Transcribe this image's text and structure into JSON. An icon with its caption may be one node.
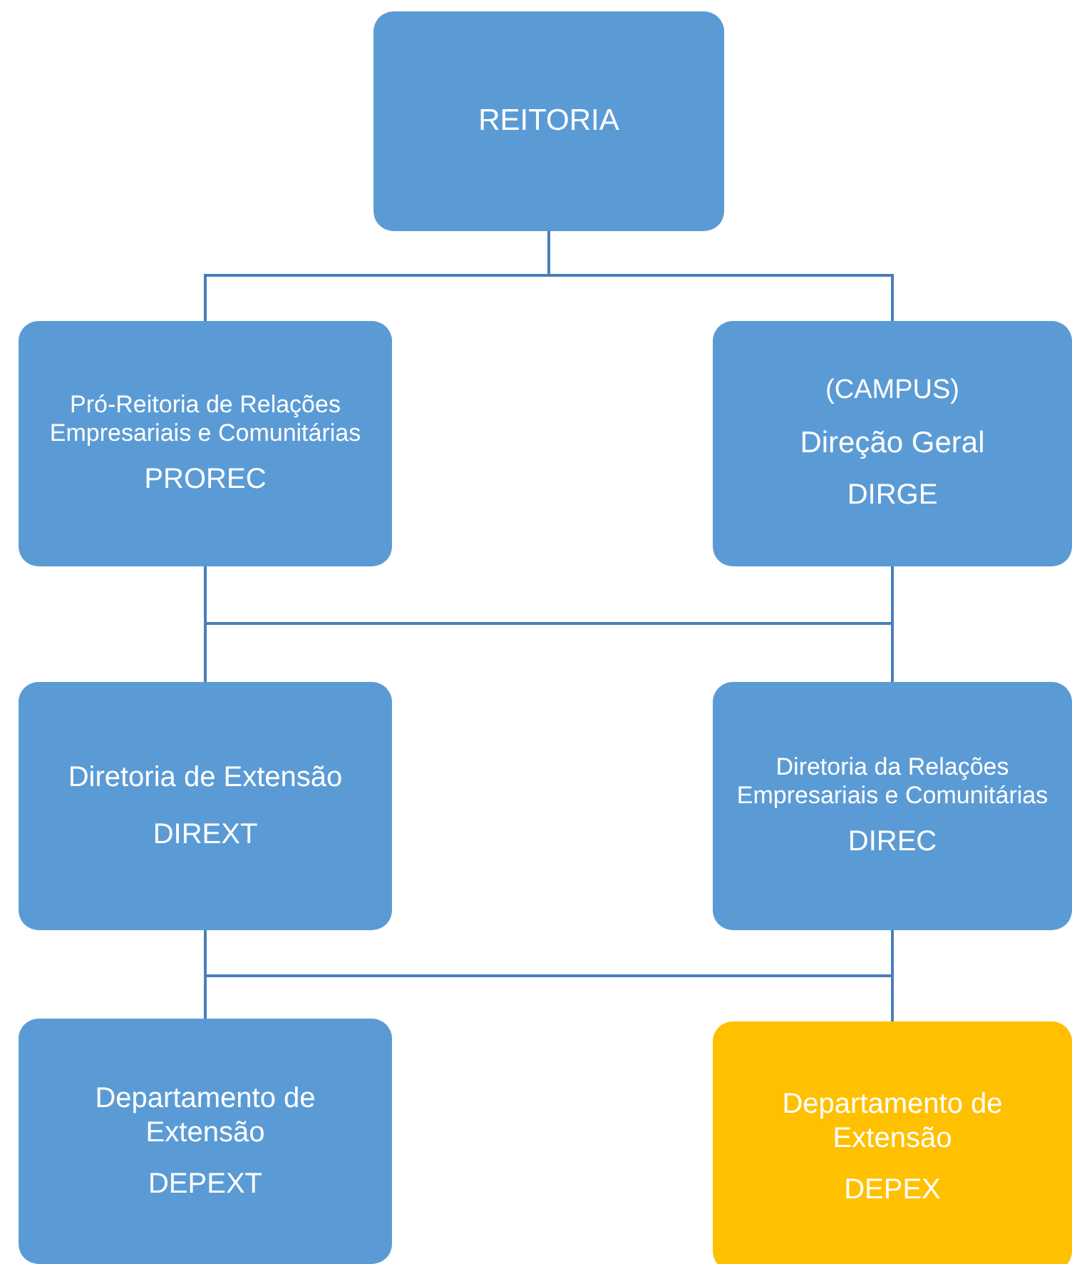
{
  "diagram": {
    "nodes": [
      {
        "text": [
          "REITORIA"
        ]
      },
      {
        "text": [
          "Pró-Reitoria de Relações Empresariais e Comunitárias",
          "PROREC"
        ]
      },
      {
        "text": [
          "(CAMPUS)",
          "Direção Geral",
          "DIRGE"
        ]
      },
      {
        "text": [
          "Diretoria de Extensão",
          "DIREXT"
        ]
      },
      {
        "text": [
          "Diretoria da Relações Empresariais e Comunitárias",
          "DIREC"
        ]
      },
      {
        "text": [
          "Departamento de Extensão",
          "DEPEXT"
        ]
      },
      {
        "text": [
          "Departamento de Extensão",
          "DEPEX"
        ]
      }
    ],
    "edges": [
      {
        "from": 0,
        "to": 1,
        "arrow": "none"
      },
      {
        "from": 0,
        "to": 2,
        "arrow": "none"
      },
      {
        "from": 1,
        "to": 3,
        "arrow": "none"
      },
      {
        "from": 2,
        "to": 4,
        "arrow": "none"
      },
      {
        "from": 1,
        "to": 2,
        "arrow": "none"
      },
      {
        "from": 3,
        "to": 5,
        "arrow": "none"
      },
      {
        "from": 4,
        "to": 6,
        "arrow": "none"
      },
      {
        "from": 3,
        "to": 4,
        "arrow": "none"
      }
    ]
  }
}
